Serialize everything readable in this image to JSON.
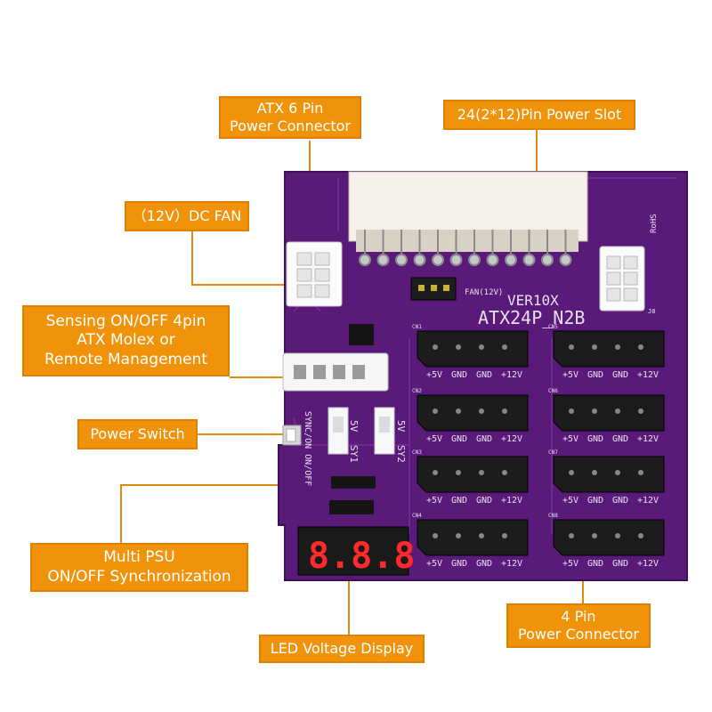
{
  "callouts": {
    "atx6": [
      "ATX 6 Pin",
      "Power Connector"
    ],
    "slot24": [
      "24(2*12)Pin Power Slot"
    ],
    "fan": [
      "（12V）DC FAN"
    ],
    "sensing": [
      "Sensing ON/OFF 4pin",
      "ATX Molex or",
      "Remote Management"
    ],
    "switch": [
      "Power Switch"
    ],
    "sync": [
      "Multi PSU",
      "ON/OFF Synchronization"
    ],
    "pin4": [
      "4 Pin",
      "Power Connector"
    ],
    "led": [
      "LED Voltage Display"
    ]
  },
  "board": {
    "version": "VER10X",
    "model": "ATX24P_N2B",
    "fan_label": "FAN(12V)",
    "pin_labels": [
      "+5V",
      "GND",
      "GND",
      "+12V"
    ],
    "left_connectors": [
      "CN1",
      "CN2",
      "CN3",
      "CN4"
    ],
    "right_connectors": [
      "CN5",
      "CN6",
      "CN7",
      "CN8"
    ],
    "switch_label": "SYNC/ON ON/OFF",
    "sy1": [
      "5V",
      "SY1"
    ],
    "sy2": [
      "5V",
      "SY2"
    ],
    "led_digits": "8.8.8",
    "rohs": "RoHS",
    "j8": "J8",
    "colors": {
      "pcb": "#5a1a7a",
      "callout": "#f0930b",
      "silk": "#e8e0f0"
    }
  }
}
